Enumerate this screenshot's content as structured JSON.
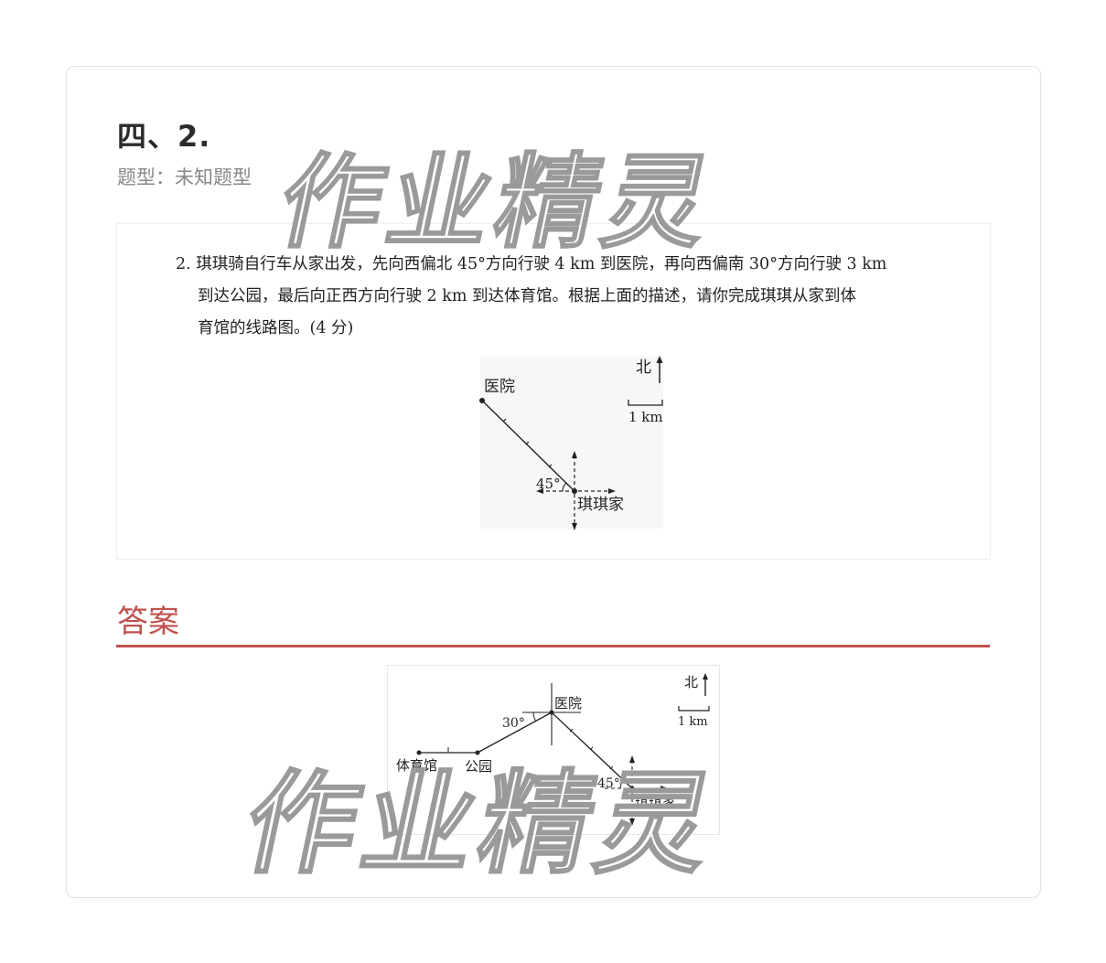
{
  "header": {
    "title": "四、2.",
    "type_label": "题型：未知题型"
  },
  "question": {
    "line1": "2. 琪琪骑自行车从家出发，先向西偏北 45°方向行驶 4 km 到医院，再向西偏南 30°方向行驶 3 km",
    "line2": "到达公园，最后向正西方向行驶 2 km 到达体育馆。根据上面的描述，请你完成琪琪从家到体",
    "line3": "育馆的线路图。(4 分)",
    "figure": {
      "north": "北",
      "scale": "1 km",
      "hospital": "医院",
      "angle": "45°",
      "home": "琪琪家"
    }
  },
  "answer": {
    "heading": "答案",
    "figure": {
      "north": "北",
      "scale": "1 km",
      "hospital": "医院",
      "angle30": "30°",
      "angle45": "45°",
      "gym": "体育馆",
      "park": "公园",
      "home": "琪琪家"
    }
  },
  "watermark": "作业精灵"
}
